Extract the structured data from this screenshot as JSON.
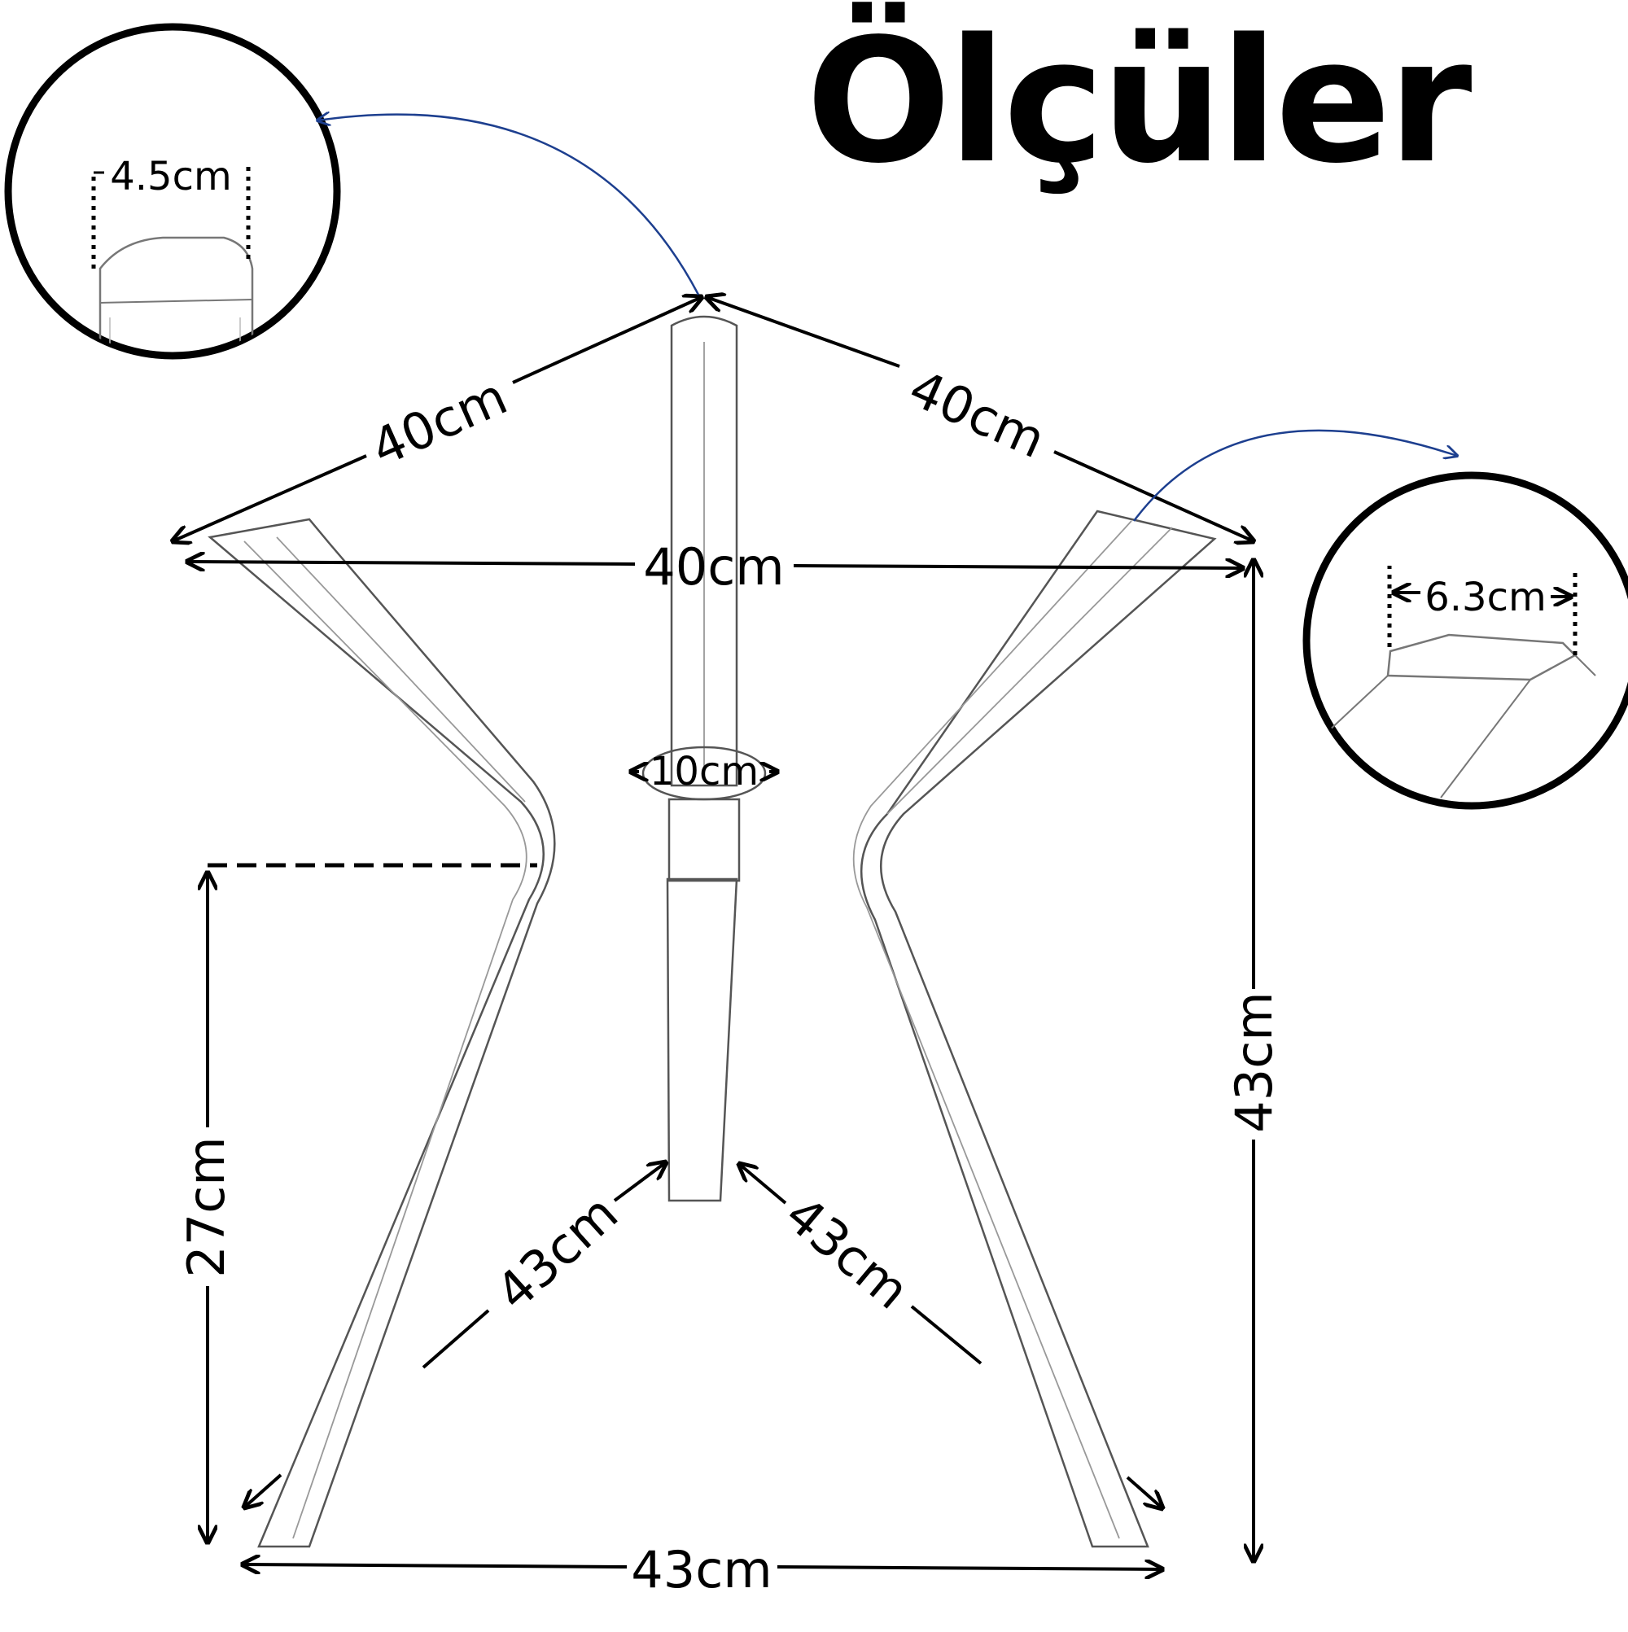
{
  "title": "Ölçüler",
  "dimensions": {
    "top_left_edge": "40cm",
    "top_right_edge": "40cm",
    "top_width": "40cm",
    "hub": "10cm",
    "total_height": "43cm",
    "bend_height": "27cm",
    "lower_left_leg": "43cm",
    "lower_right_leg": "43cm",
    "bottom_width": "43cm"
  },
  "details": {
    "leg_top_width": "4.5cm",
    "leg_end_width": "6.3cm"
  }
}
